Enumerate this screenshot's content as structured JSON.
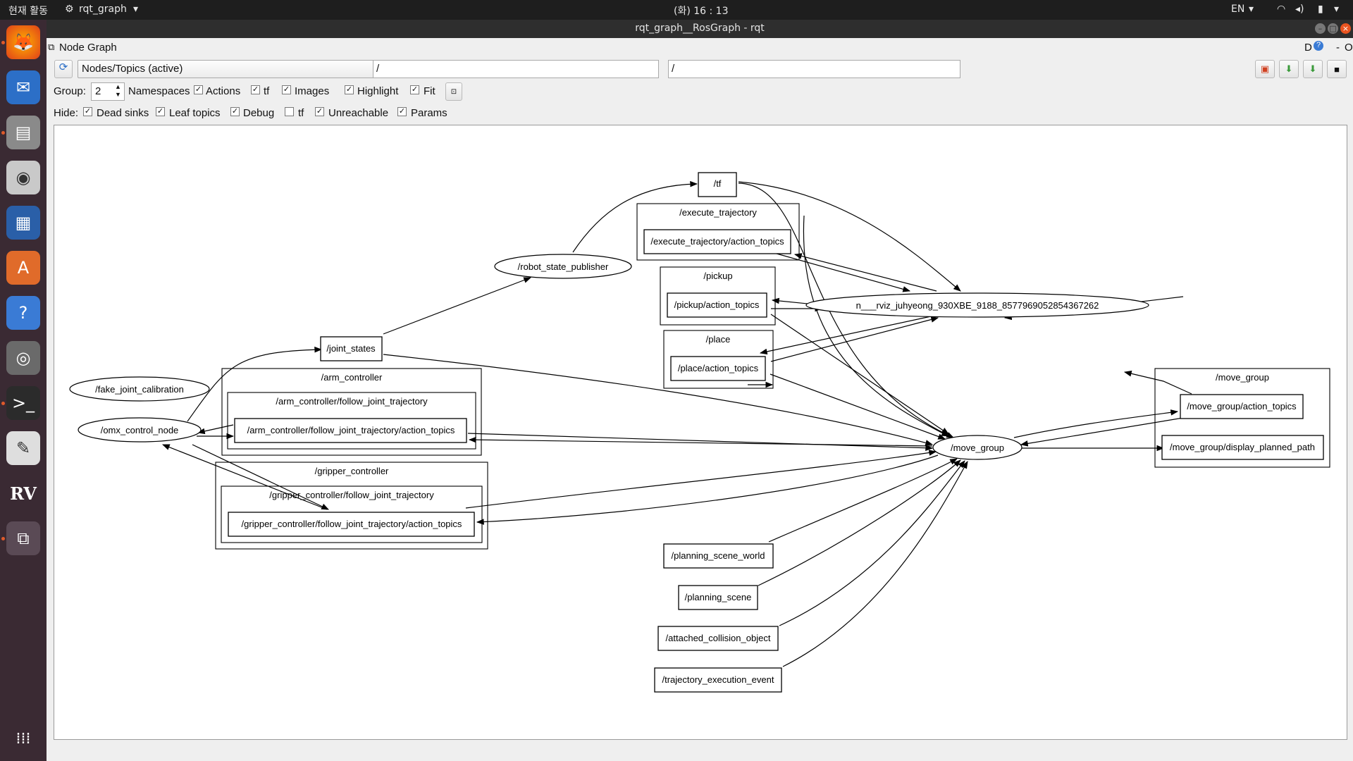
{
  "system_bar": {
    "activities": "현재 활동",
    "app_menu": "rqt_graph",
    "clock": "(화) 16 : 13",
    "lang": "EN"
  },
  "window": {
    "title": "rqt_graph__RosGraph - rqt",
    "panel_title": "Node Graph",
    "panel_buttons": "D",
    "panel_minus": "-",
    "panel_close": "O"
  },
  "toolbar": {
    "mode_combo": "Nodes/Topics (active)",
    "filter_1": "/",
    "filter_2": "/"
  },
  "options": {
    "group_label": "Group:",
    "group_value": "2",
    "namespaces": "Namespaces",
    "actions": "Actions",
    "tf": "tf",
    "images": "Images",
    "highlight": "Highlight",
    "fit": "Fit"
  },
  "hide": {
    "label": "Hide:",
    "dead_sinks": "Dead sinks",
    "leaf_topics": "Leaf topics",
    "debug": "Debug",
    "tf": "tf",
    "unreachable": "Unreachable",
    "params": "Params"
  },
  "graph": {
    "tf": "/tf",
    "execute_trajectory": "/execute_trajectory",
    "execute_trajectory_action": "/execute_trajectory/action_topics",
    "robot_state_publisher": "/robot_state_publisher",
    "pickup": "/pickup",
    "pickup_action": "/pickup/action_topics",
    "rviz": "n___rviz_juhyeong_930XBE_9188_8577969052854367262",
    "place": "/place",
    "place_action": "/place/action_topics",
    "joint_states": "/joint_states",
    "arm_controller": "/arm_controller",
    "arm_follow": "/arm_controller/follow_joint_trajectory",
    "arm_action": "/arm_controller/follow_joint_trajectory/action_topics",
    "fake_joint_calibration": "/fake_joint_calibration",
    "omx_control_node": "/omx_control_node",
    "gripper_controller": "/gripper_controller",
    "gripper_follow": "/gripper_controller/follow_joint_trajectory",
    "gripper_action": "/gripper_controller/follow_joint_trajectory/action_topics",
    "move_group_ns": "/move_group",
    "move_group_action": "/move_group/action_topics",
    "move_group_node": "/move_group",
    "display_planned_path": "/move_group/display_planned_path",
    "planning_scene_world": "/planning_scene_world",
    "planning_scene": "/planning_scene",
    "attached_collision_object": "/attached_collision_object",
    "trajectory_execution_event": "/trajectory_execution_event"
  }
}
